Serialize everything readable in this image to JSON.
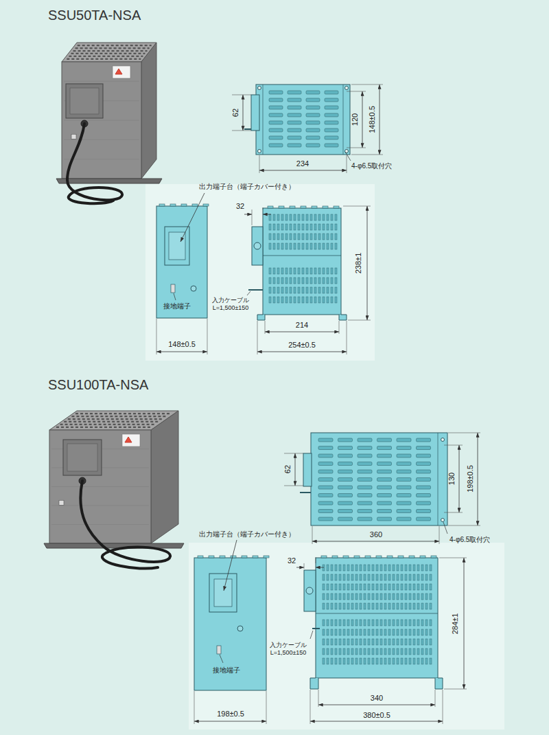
{
  "diagram": {
    "labels": [
      "SSU50TA-NSA",
      "62",
      "120",
      "148±0.5",
      "234",
      "4-φ6.5取付穴",
      "出力端子台（端子カバー付き）",
      "32",
      "238±1",
      "接地端子",
      "入力ケーブル L=1,500±150",
      "214",
      "148±0.5",
      "254±0.5",
      "SSU100TA-NSA",
      "62",
      "130",
      "198±0.5",
      "360",
      "4-φ6.5取付穴",
      "出力端子台（端子カバー付き）",
      "32",
      "284±1",
      "入力ケーブル L=1,500±150",
      "接地端子",
      "340",
      "198±0.5",
      "380±0.5"
    ]
  }
}
